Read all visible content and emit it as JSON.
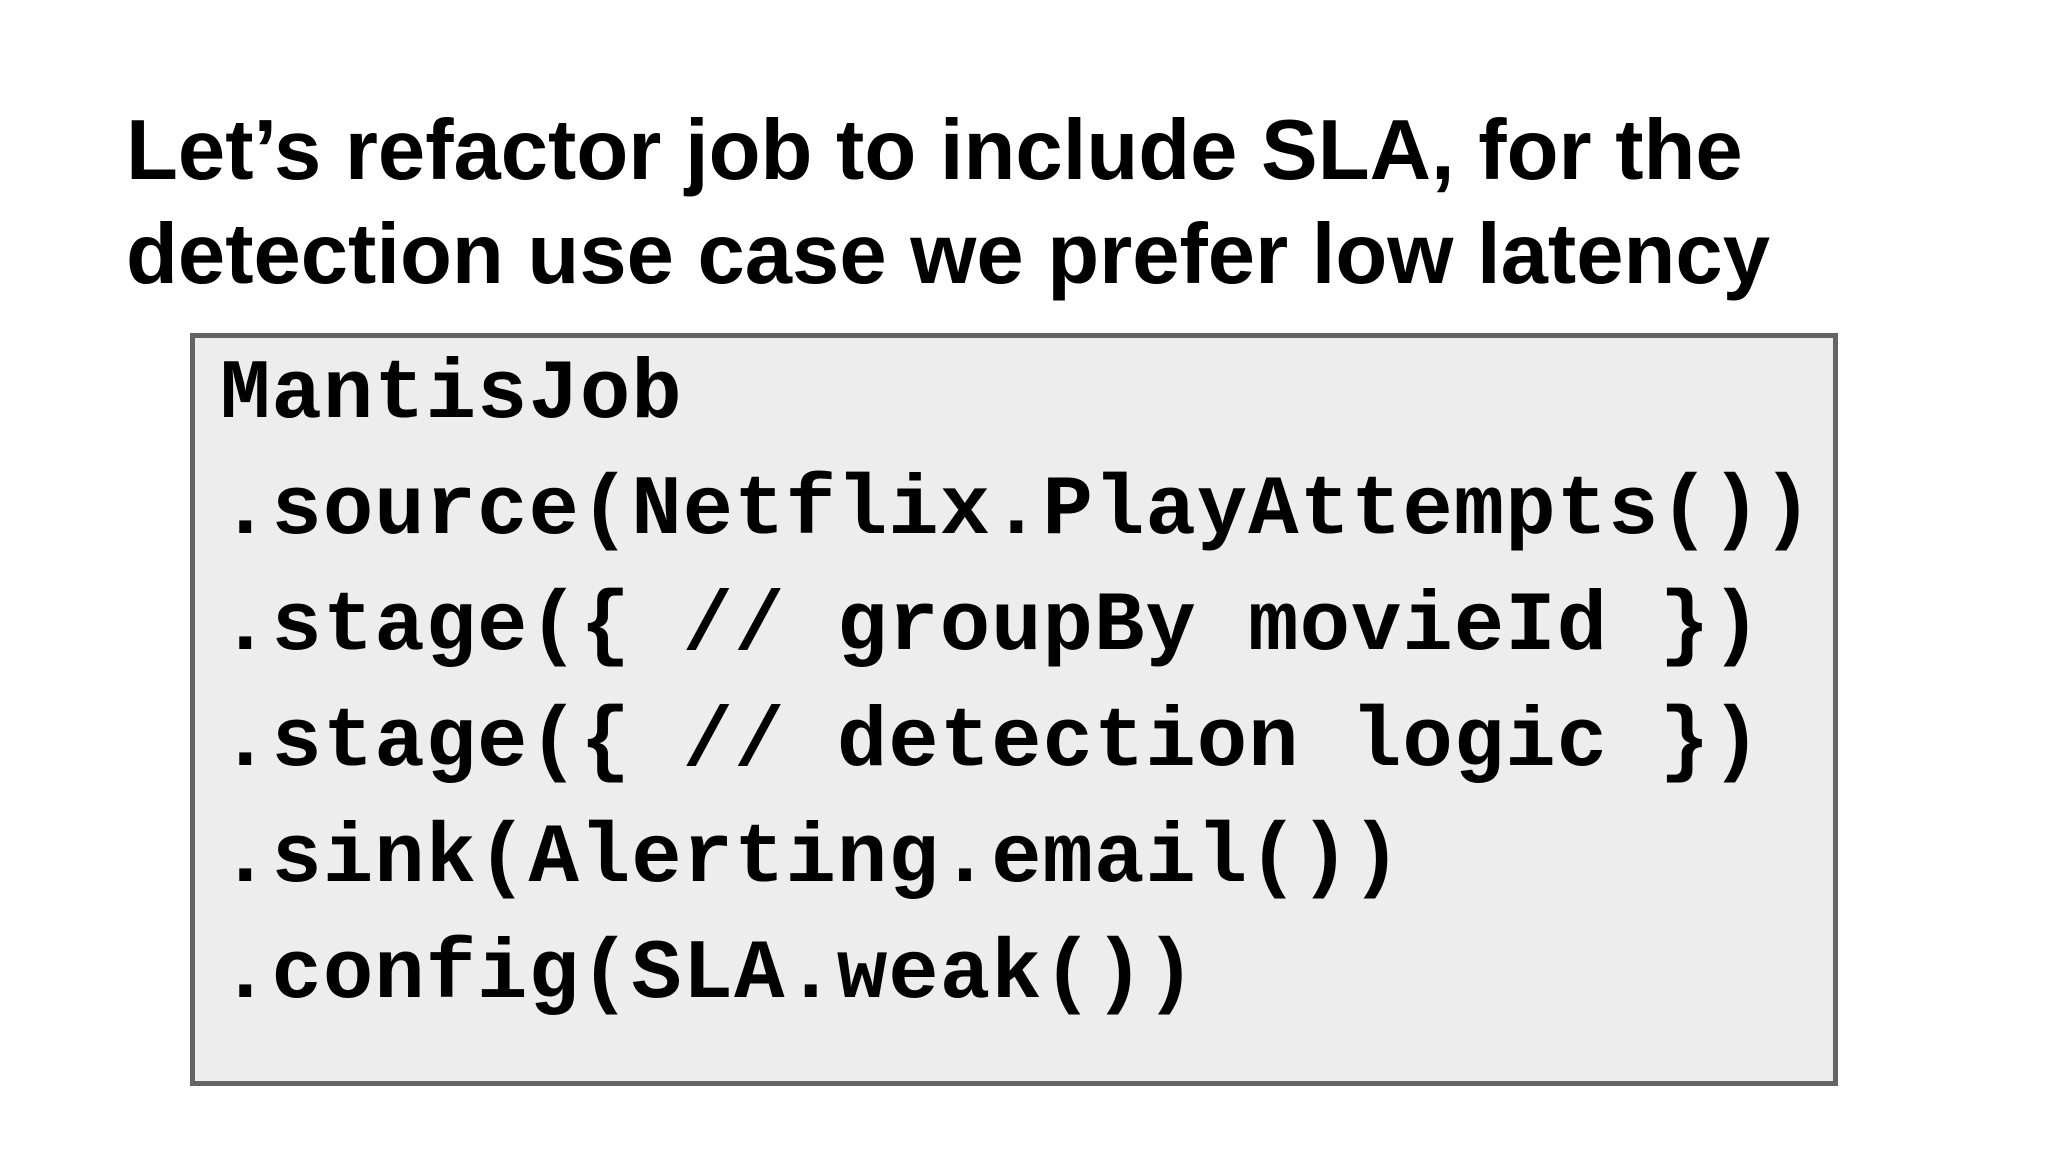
{
  "slide": {
    "title_lines": [
      "Let’s refactor job to include SLA, for the",
      "detection use case we prefer low latency"
    ],
    "code_lines": [
      "MantisJob",
      ".source(Netflix.PlayAttempts())",
      ".stage({ // groupBy movieId })",
      ".stage({ // detection logic })",
      ".sink(Alerting.email())",
      ".config(SLA.weak())"
    ],
    "colors": {
      "page_bg": "#ffffff",
      "text": "#000000",
      "code_bg": "#ededed",
      "code_border": "#646464"
    }
  }
}
